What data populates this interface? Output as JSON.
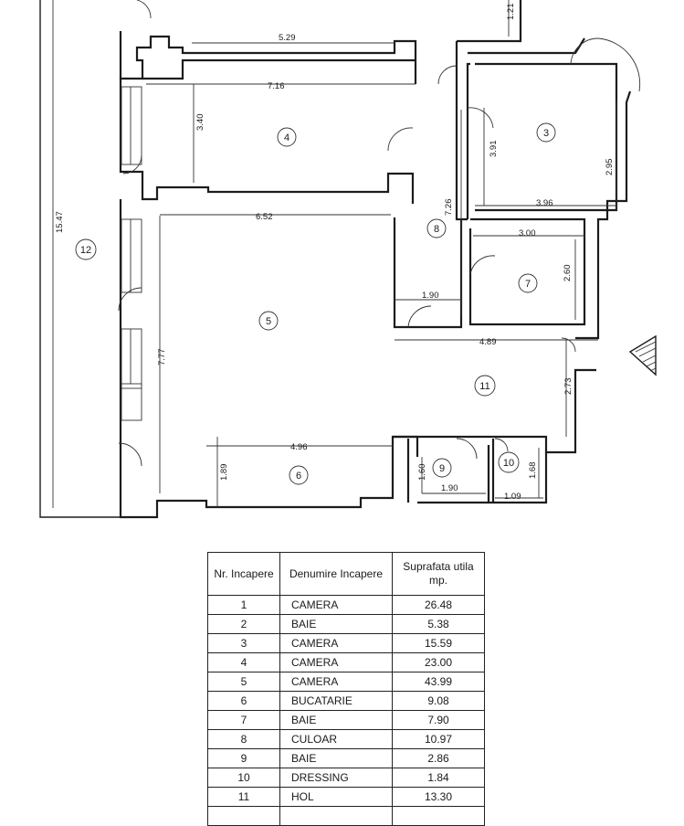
{
  "rooms": [
    {
      "id": "1",
      "name": "CAMERA",
      "area": "26.48"
    },
    {
      "id": "2",
      "name": "BAIE",
      "area": "5.38"
    },
    {
      "id": "3",
      "name": "CAMERA",
      "area": "15.59"
    },
    {
      "id": "4",
      "name": "CAMERA",
      "area": "23.00"
    },
    {
      "id": "5",
      "name": "CAMERA",
      "area": "43.99"
    },
    {
      "id": "6",
      "name": "BUCATARIE",
      "area": "9.08"
    },
    {
      "id": "7",
      "name": "BAIE",
      "area": "7.90"
    },
    {
      "id": "8",
      "name": "CULOAR",
      "area": "10.97"
    },
    {
      "id": "9",
      "name": "BAIE",
      "area": "2.86"
    },
    {
      "id": "10",
      "name": "DRESSING",
      "area": "1.84"
    },
    {
      "id": "11",
      "name": "HOL",
      "area": "13.30"
    }
  ],
  "table_header": {
    "nr": "Nr. Incapere",
    "name": "Denumire Incapere",
    "area": "Suprafata utila mp."
  },
  "plan_labels": {
    "rooms": [
      "3",
      "4",
      "5",
      "6",
      "7",
      "8",
      "9",
      "10",
      "11",
      "12"
    ],
    "dimensions": [
      "1.21",
      "5.29",
      "7.16",
      "3.40",
      "3.91",
      "2.95",
      "3.96",
      "7.26",
      "6.52",
      "3.00",
      "2.60",
      "1.90",
      "15.47",
      "7.77",
      "4.89",
      "2.73",
      "4.96",
      "1.89",
      "1.60",
      "1.90",
      "1.68",
      "1.09"
    ]
  }
}
